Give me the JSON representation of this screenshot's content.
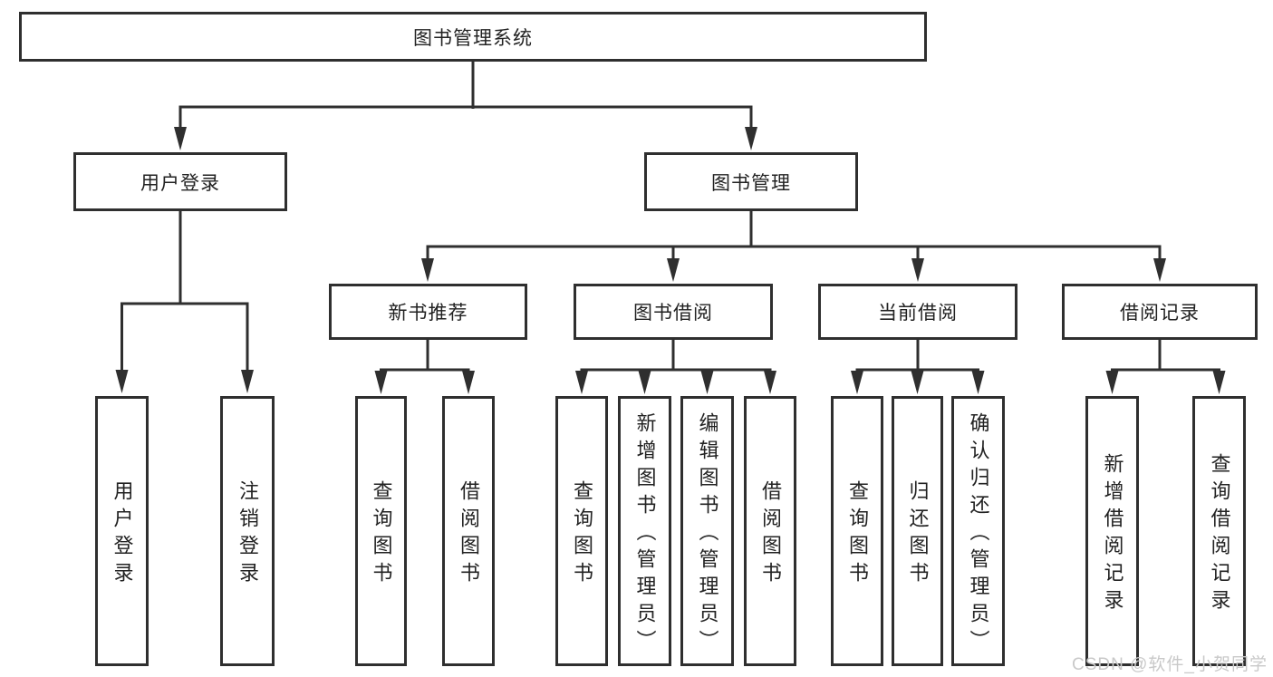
{
  "tree": {
    "root_label": "图书管理系统",
    "branches": [
      {
        "label": "用户登录",
        "leaves": [
          "用户登录",
          "注销登录"
        ]
      },
      {
        "label": "图书管理",
        "children": [
          {
            "label": "新书推荐",
            "leaves": [
              "查询图书",
              "借阅图书"
            ]
          },
          {
            "label": "图书借阅",
            "leaves": [
              "查询图书",
              "新增图书（管理员）",
              "编辑图书（管理员）",
              "借阅图书"
            ]
          },
          {
            "label": "当前借阅",
            "leaves": [
              "查询图书",
              "归还图书",
              "确认归还（管理员）"
            ]
          },
          {
            "label": "借阅记录",
            "leaves": [
              "新增借阅记录",
              "查询借阅记录"
            ]
          }
        ]
      }
    ]
  },
  "watermark": "CSDN @软件_小贺同学",
  "colors": {
    "line": "#2f2f2f",
    "text": "#222222",
    "watermark": "#c9c9c9",
    "background": "#ffffff"
  }
}
